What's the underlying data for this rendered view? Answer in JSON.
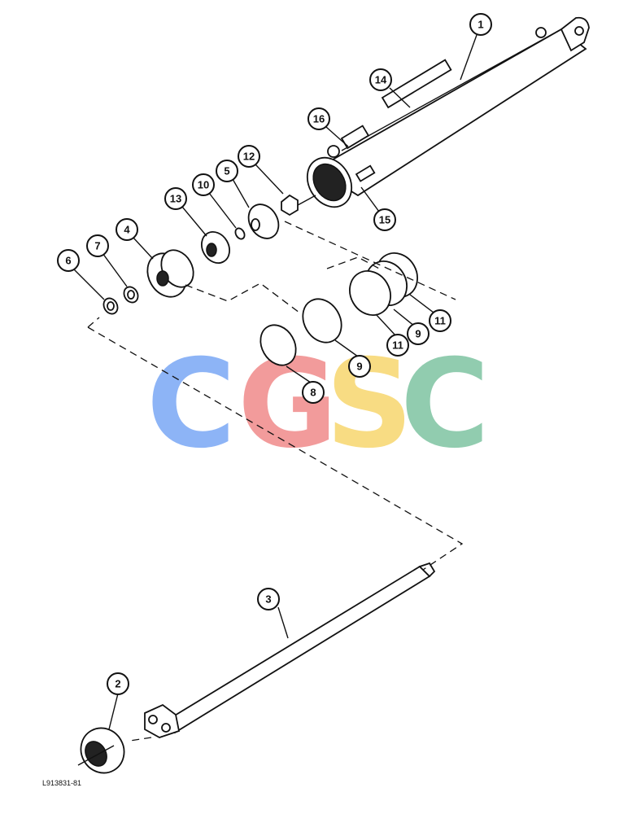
{
  "document_code": "L913831-81",
  "watermark": {
    "letters": [
      {
        "char": "C",
        "color": "#7aa8f5"
      },
      {
        "char": "G",
        "color": "#f08a8a"
      },
      {
        "char": "S",
        "color": "#f7d66e"
      },
      {
        "char": "C",
        "color": "#7ec4a2"
      }
    ]
  },
  "callouts": [
    {
      "label": "1"
    },
    {
      "label": "14"
    },
    {
      "label": "16"
    },
    {
      "label": "15"
    },
    {
      "label": "12"
    },
    {
      "label": "5"
    },
    {
      "label": "10"
    },
    {
      "label": "13"
    },
    {
      "label": "4"
    },
    {
      "label": "7"
    },
    {
      "label": "6"
    },
    {
      "label": "11"
    },
    {
      "label": "11"
    },
    {
      "label": "9"
    },
    {
      "label": "9"
    },
    {
      "label": "8"
    },
    {
      "label": "3"
    },
    {
      "label": "2"
    }
  ]
}
